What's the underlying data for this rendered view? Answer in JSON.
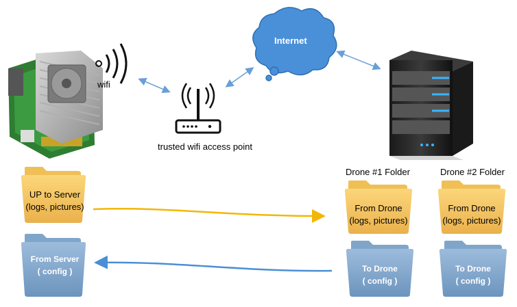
{
  "labels": {
    "wifi": "wifi",
    "access_point": "trusted wifi access point",
    "internet": "Internet",
    "drone1_folder": "Drone #1 Folder",
    "drone2_folder": "Drone #2 Folder"
  },
  "folders": {
    "local_up": {
      "line1": "UP to Server",
      "line2": "(logs, pictures)"
    },
    "local_down": {
      "line1": "From Server",
      "line2": "( config )"
    },
    "drone1_from": {
      "line1": "From Drone",
      "line2": "(logs, pictures)"
    },
    "drone1_to": {
      "line1": "To Drone",
      "line2": "( config )"
    },
    "drone2_from": {
      "line1": "From Drone",
      "line2": "(logs, pictures)"
    },
    "drone2_to": {
      "line1": "To Drone",
      "line2": "( config )"
    }
  },
  "colors": {
    "cloud": "#4a90d9",
    "yellow_folder": "#f3c35f",
    "blue_folder": "#7fa6c9",
    "upload_arrow": "#f2b705",
    "download_arrow": "#4a8fd4",
    "link_arrow": "#6a9ed6"
  }
}
